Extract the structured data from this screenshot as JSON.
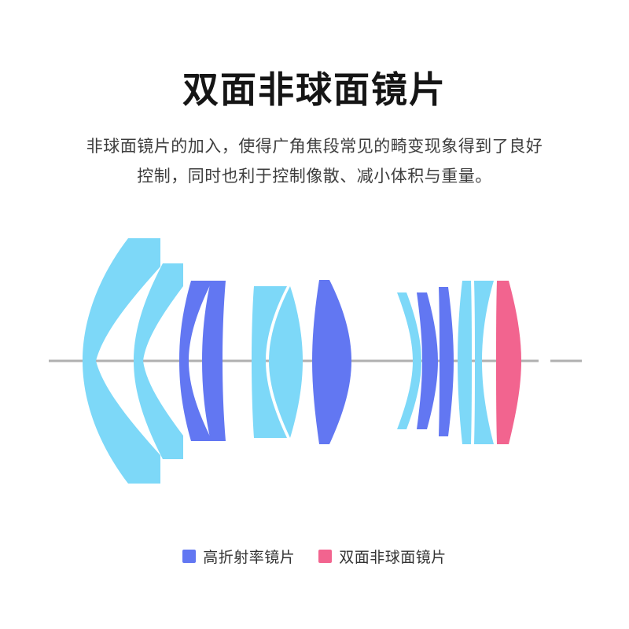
{
  "page": {
    "background": "#ffffff"
  },
  "header": {
    "title": "双面非球面镜片",
    "subtitle_line1": "非球面镜片的加入，使得广角焦段常见的畸变现象得到了良好",
    "subtitle_line2": "控制，同时也利于控制像散、减小体积与重量。"
  },
  "diagram": {
    "description": "lens-element-cross-section",
    "colors": {
      "standard_glass": "#7DD8F8",
      "high_refractive_index": "#6277F2",
      "double_aspherical": "#F2648F",
      "optical_axis": "#B0B0B0"
    },
    "element_count": 11,
    "element_types": [
      "standard",
      "standard",
      "high_refractive_index",
      "high_refractive_index",
      "standard_cemented_doublet",
      "high_refractive_index",
      "standard",
      "high_refractive_index",
      "high_refractive_index",
      "standard_cemented_doublet",
      "double_aspherical"
    ]
  },
  "legend": {
    "items": [
      {
        "label": "高折射率镜片",
        "color": "#6277F2"
      },
      {
        "label": "双面非球面镜片",
        "color": "#F2648F"
      }
    ]
  }
}
